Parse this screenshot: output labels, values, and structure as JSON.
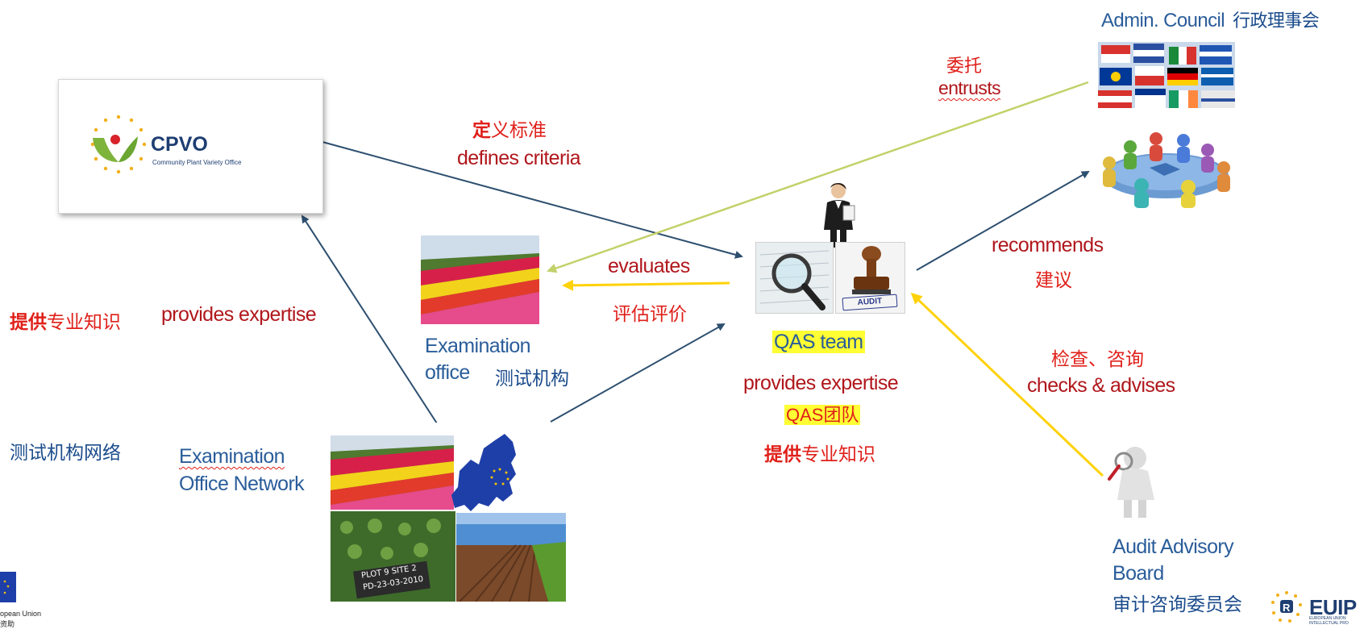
{
  "colors": {
    "blue_text": "#2a5d9a",
    "red_text": "#e0201a",
    "dark_red_text": "#b0171c",
    "arrow_blue": "#2d4f6f",
    "arrow_yellow": "#ffd20a",
    "arrow_olive": "#c3d16a",
    "highlight": "#ffff33",
    "cpvo_logo_text": "#1e3e72",
    "cpvo_leaf_green": "#7fb43c",
    "cpvo_star": "#f2b01a"
  },
  "admin_council": {
    "label_en": "Admin. Council",
    "label_cn": "行政理事会"
  },
  "cpvo_box": {
    "logo_text": "CPVO",
    "logo_subtitle": "Community Plant Variety Office"
  },
  "entrusts": {
    "cn": "委托",
    "en": "entrusts"
  },
  "defines": {
    "cn_bold": "定",
    "cn_rest": "义标准",
    "en": "defines criteria"
  },
  "evaluates": {
    "en": "evaluates",
    "cn": "评估评价"
  },
  "exam_office": {
    "line1": "Examination",
    "line2": "office",
    "cn": "测试机构"
  },
  "qas": {
    "label_en": "QAS team",
    "expertise_en": "provides expertise",
    "label_cn": "QAS团队",
    "expertise_cn_bold": "提供",
    "expertise_cn_rest": "专业知识",
    "audit_stamp_text": "AUDIT"
  },
  "recommends": {
    "en": "recommends",
    "cn": "建议"
  },
  "checks": {
    "cn": "检查、咨询",
    "en": "checks & advises"
  },
  "left_expertise": {
    "cn_bold": "提供",
    "cn_rest": "专业知识",
    "en": "provides expertise"
  },
  "network": {
    "cn": "测试机构网络",
    "line1": "Examination",
    "line2": "Office Network"
  },
  "photo_board": {
    "text_line1": "PLOT 9 SITE 2",
    "text_line2": "PD-23-03-2010"
  },
  "audit_board": {
    "line1": "Audit Advisory",
    "line2": "Board",
    "cn": "审计咨询委员会"
  },
  "eu_footer": {
    "line1": "opean Union",
    "line2": "资助"
  },
  "euipo": {
    "logo": "EUIP",
    "line1": "EUROPEAN UNION",
    "line2": "INTELLECTUAL PRO"
  }
}
